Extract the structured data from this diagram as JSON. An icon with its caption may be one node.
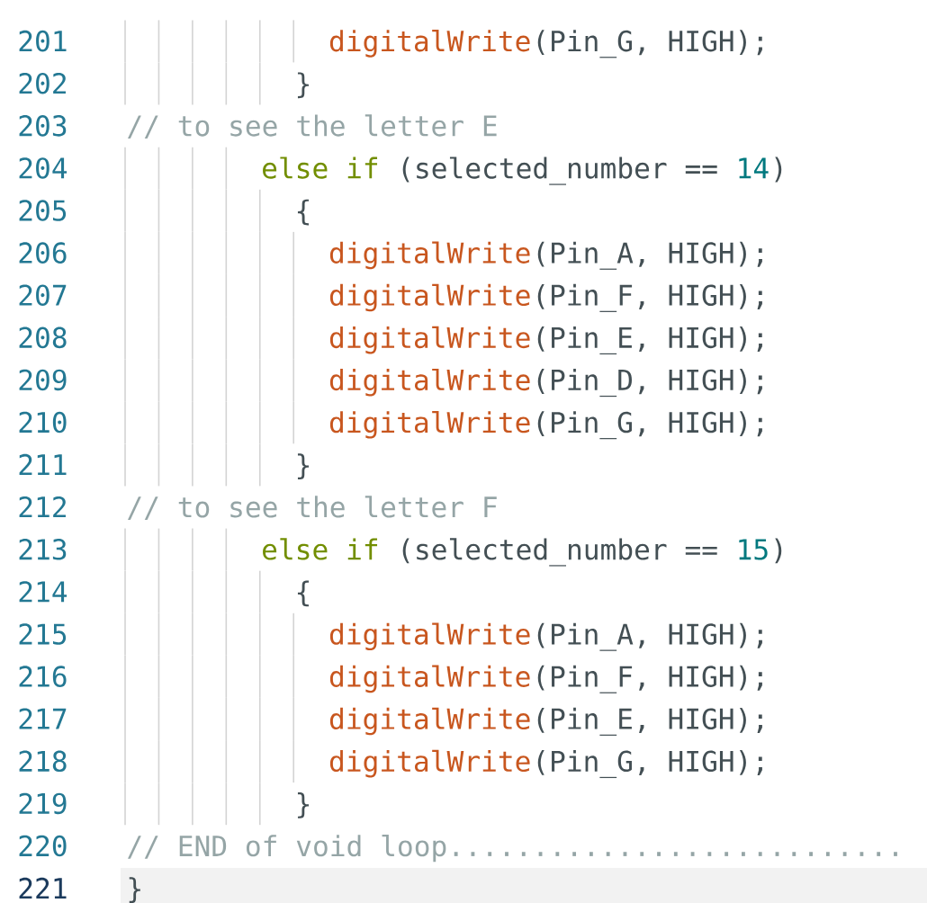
{
  "diagram": {
    "labels": [
      "201",
      "digitalWrite",
      "(Pin_G, HIGH);",
      "202",
      "}",
      "203",
      "// to see the letter E",
      "204",
      "else if",
      "(selected_number ==",
      "14",
      ")",
      "205",
      "{",
      "206",
      "digitalWrite",
      "(Pin_A, HIGH);",
      "207",
      "digitalWrite",
      "(Pin_F, HIGH);",
      "208",
      "digitalWrite",
      "(Pin_E, HIGH);",
      "209",
      "digitalWrite",
      "(Pin_D, HIGH);",
      "210",
      "digitalWrite",
      "(Pin_G, HIGH);",
      "211",
      "}",
      "212",
      "// to see the letter F",
      "213",
      "else if",
      "(selected_number ==",
      "15",
      ")",
      "214",
      "{",
      "215",
      "digitalWrite",
      "(Pin_A, HIGH);",
      "216",
      "digitalWrite",
      "(Pin_F, HIGH);",
      "217",
      "digitalWrite",
      "(Pin_E, HIGH);",
      "218",
      "digitalWrite",
      "(Pin_G, HIGH);",
      "219",
      "}",
      "220",
      "// END of void loop...........................",
      "221",
      "}"
    ]
  }
}
